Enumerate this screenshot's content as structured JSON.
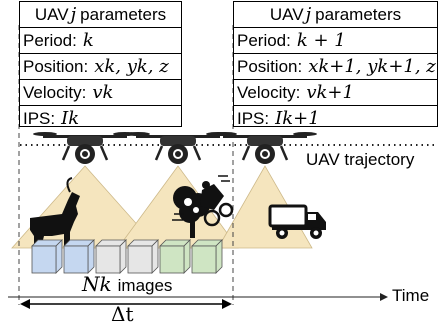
{
  "left_panel": {
    "title_prefix": "UAV",
    "title_var": "j",
    "title_suffix": "parameters",
    "rows": [
      {
        "label": "Period:",
        "math": "k"
      },
      {
        "label": "Position:",
        "math": "xk, yk, z"
      },
      {
        "label": "Velocity:",
        "math": "vk"
      },
      {
        "label": "IPS:",
        "math": "Ik"
      }
    ]
  },
  "right_panel": {
    "title_prefix": "UAV",
    "title_var": "j",
    "title_suffix": "parameters",
    "rows": [
      {
        "label": "Period:",
        "math": "k + 1"
      },
      {
        "label": "Position:",
        "math": "xk+1, yk+1, z"
      },
      {
        "label": "Velocity:",
        "math": "vk+1"
      },
      {
        "label": "IPS:",
        "math": "Ik+1"
      }
    ]
  },
  "trajectory_label": "UAV trajectory",
  "images_label": "images",
  "images_var": "Nk",
  "delta_label": "Δt",
  "time_label": "Time",
  "colors": {
    "cone": "#f5e3b8",
    "cube_blue": "#c5d7f0",
    "cube_gray": "#e6e6e6",
    "cube_green": "#cfe5c3"
  }
}
